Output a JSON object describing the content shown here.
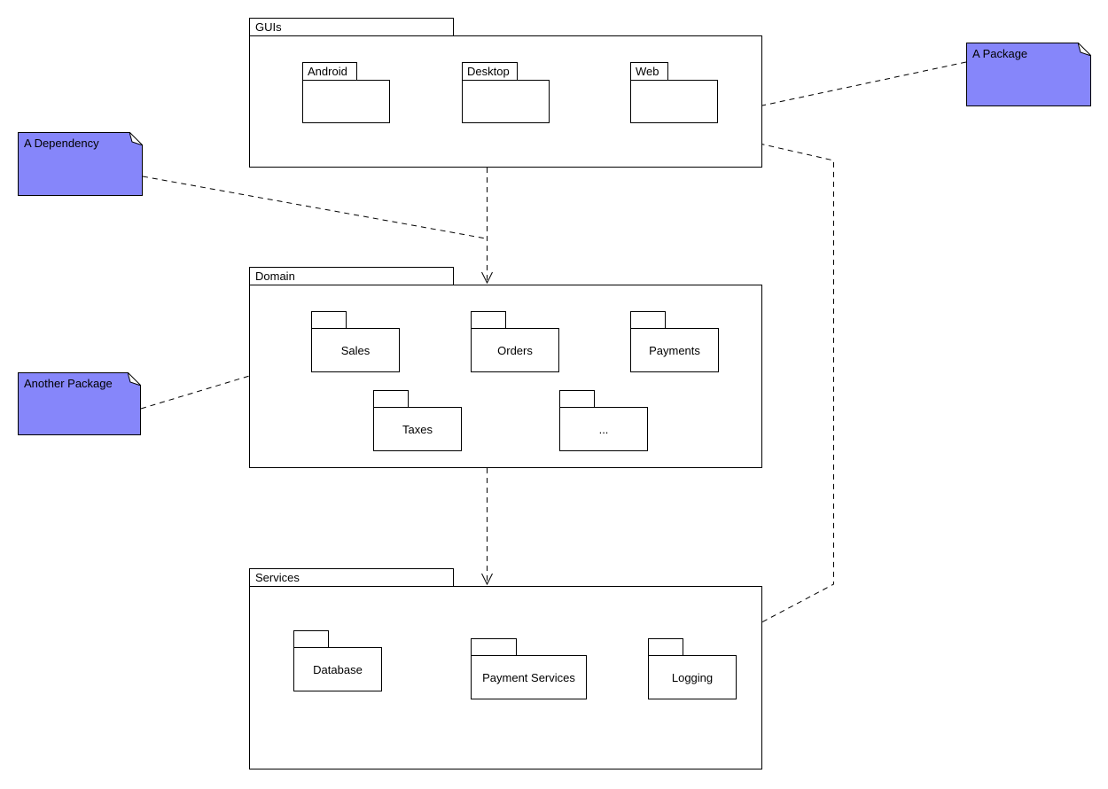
{
  "diagram": {
    "type": "uml-package-diagram",
    "background": "#ffffff",
    "note_fill": "#8686fa",
    "line_color": "#000000"
  },
  "packages": [
    {
      "id": "guis",
      "label": "GUIs",
      "children": [
        "Android",
        "Desktop",
        "Web"
      ]
    },
    {
      "id": "domain",
      "label": "Domain",
      "children": [
        "Sales",
        "Orders",
        "Payments",
        "Taxes",
        "..."
      ]
    },
    {
      "id": "services",
      "label": "Services",
      "children": [
        "Database",
        "Payment Services",
        "Logging"
      ]
    }
  ],
  "notes": [
    {
      "label": "A Package",
      "attached_to": "GUIs"
    },
    {
      "label": "A Dependency",
      "attached_to": "GUIs-to-Domain dependency"
    },
    {
      "label": "Another Package",
      "attached_to": "Sales"
    }
  ],
  "dependencies": [
    {
      "from": "GUIs",
      "to": "Domain",
      "style": "dashed-arrow"
    },
    {
      "from": "Domain",
      "to": "Services",
      "style": "dashed-arrow"
    },
    {
      "from": "Web",
      "to": "Logging",
      "style": "dashed-arrow"
    }
  ]
}
